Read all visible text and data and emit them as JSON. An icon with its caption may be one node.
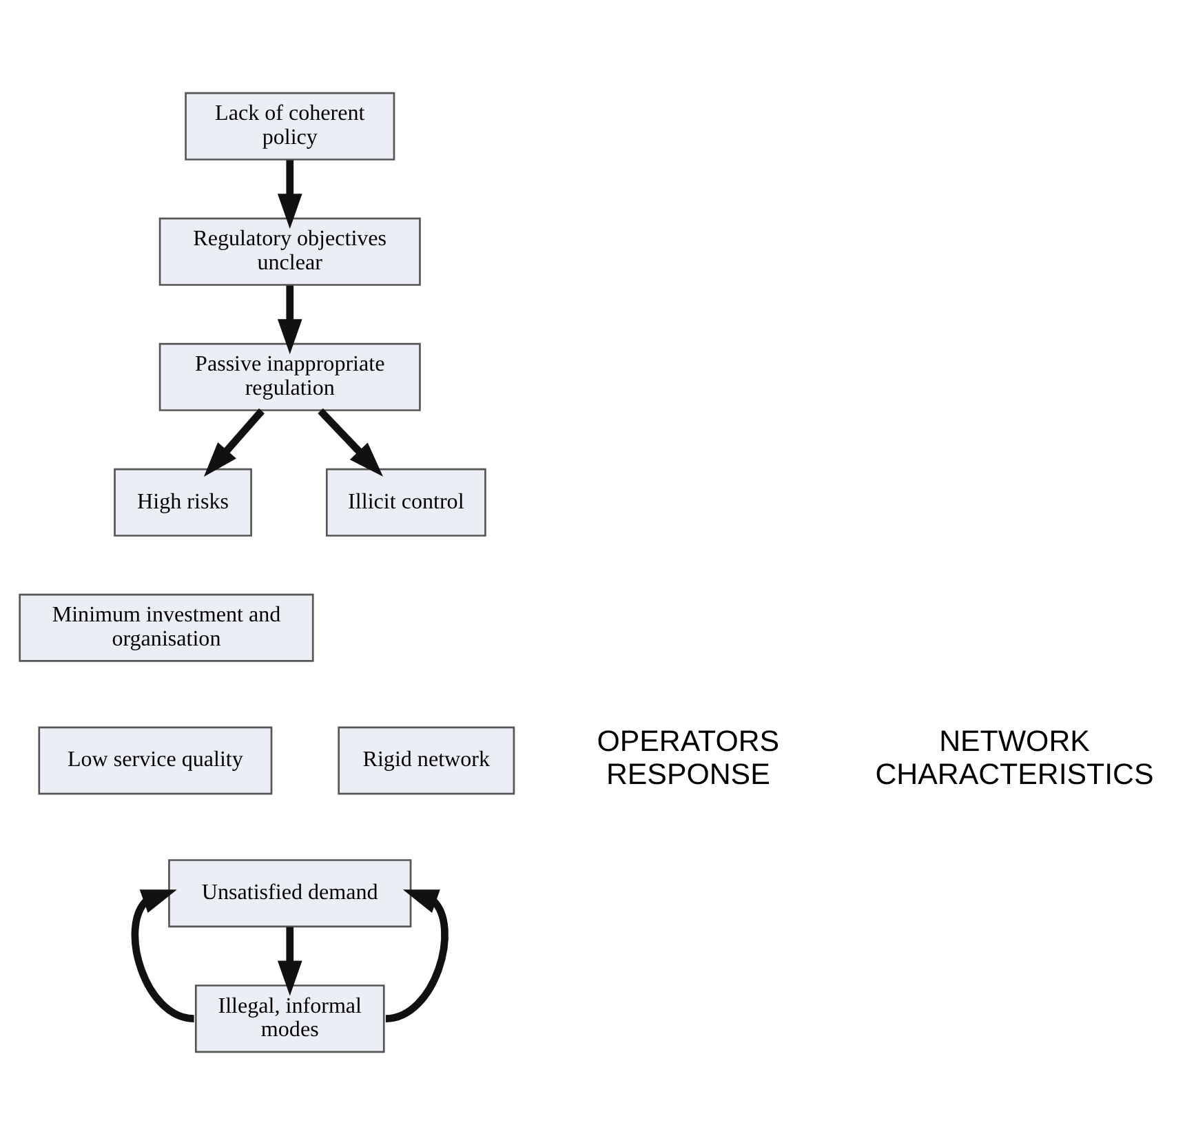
{
  "diagram": {
    "nodes": [
      {
        "text": [
          "Lack of coherent policy"
        ]
      },
      {
        "text": [
          "Regulatory objectives unclear"
        ]
      },
      {
        "text": [
          "Passive inappropriate regulation"
        ]
      },
      {
        "text": [
          "High risks"
        ]
      },
      {
        "text": [
          "Minimum investment and organisation"
        ]
      },
      {
        "text": [
          "Low service quality"
        ]
      },
      {
        "text": [
          "Illicit control"
        ]
      },
      {
        "text": [
          "Rigid network"
        ]
      },
      {
        "text": [
          "Unsatisfied demand"
        ]
      },
      {
        "text": [
          "Illegal, informal modes"
        ]
      }
    ],
    "edges": [
      {
        "from": 0,
        "to": 1,
        "arrow": "to"
      },
      {
        "from": 1,
        "to": 2,
        "arrow": "to"
      },
      {
        "from": 2,
        "to": 3,
        "arrow": "to"
      },
      {
        "from": 2,
        "to": 6,
        "arrow": "to"
      },
      {
        "from": 8,
        "to": 9,
        "arrow": "to"
      },
      {
        "from": 9,
        "to": 8,
        "arrow": "to"
      },
      {
        "from": 9,
        "to": 8,
        "arrow": "to"
      }
    ],
    "labels": [
      "OPERATORS RESPONSE",
      "NETWORK CHARACTERISTICS"
    ]
  }
}
